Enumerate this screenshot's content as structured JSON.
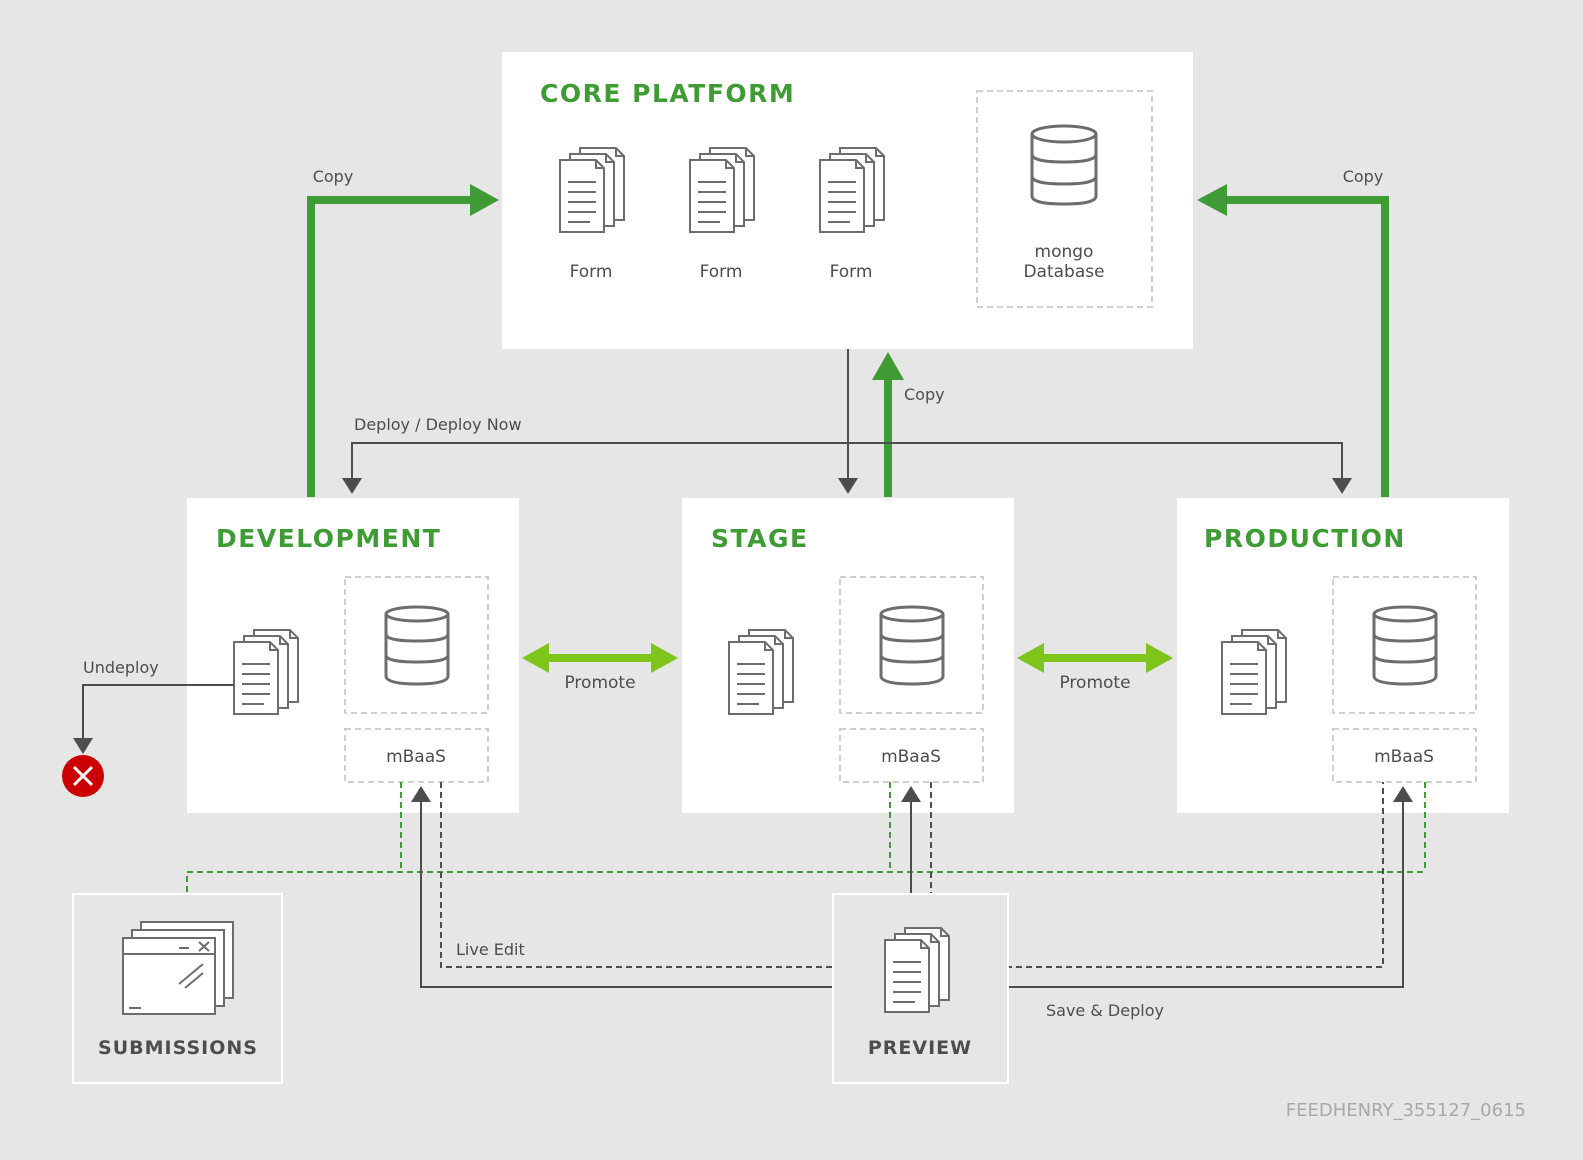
{
  "colors": {
    "background": "#e6e6e6",
    "panel": "#ffffff",
    "title_green": "#3f9c35",
    "arrow_dark_green": "#3f9c35",
    "arrow_light_green": "#7dc51a",
    "line_gray": "#4d4d4d",
    "icon_gray": "#6d6d6d",
    "dashed_border": "#cfcfcf",
    "error_red": "#cc0000",
    "footer_text": "#a8a8a8"
  },
  "core_platform": {
    "title": "CORE PLATFORM",
    "forms": [
      "Form",
      "Form",
      "Form"
    ],
    "database": {
      "line1": "mongo",
      "line2": "Database"
    }
  },
  "environments": {
    "development": {
      "title": "DEVELOPMENT",
      "mbaas": "mBaaS"
    },
    "stage": {
      "title": "STAGE",
      "mbaas": "mBaaS"
    },
    "production": {
      "title": "PRODUCTION",
      "mbaas": "mBaaS"
    }
  },
  "labels": {
    "copy_left": "Copy",
    "copy_right": "Copy",
    "copy_middle": "Copy",
    "deploy": "Deploy / Deploy Now",
    "promote_left": "Promote",
    "promote_right": "Promote",
    "undeploy": "Undeploy",
    "live_edit": "Live Edit",
    "save_deploy": "Save & Deploy"
  },
  "submissions": {
    "title": "SUBMISSIONS"
  },
  "preview": {
    "title": "PREVIEW"
  },
  "footer": {
    "id_text": "FEEDHENRY_355127_0615"
  }
}
